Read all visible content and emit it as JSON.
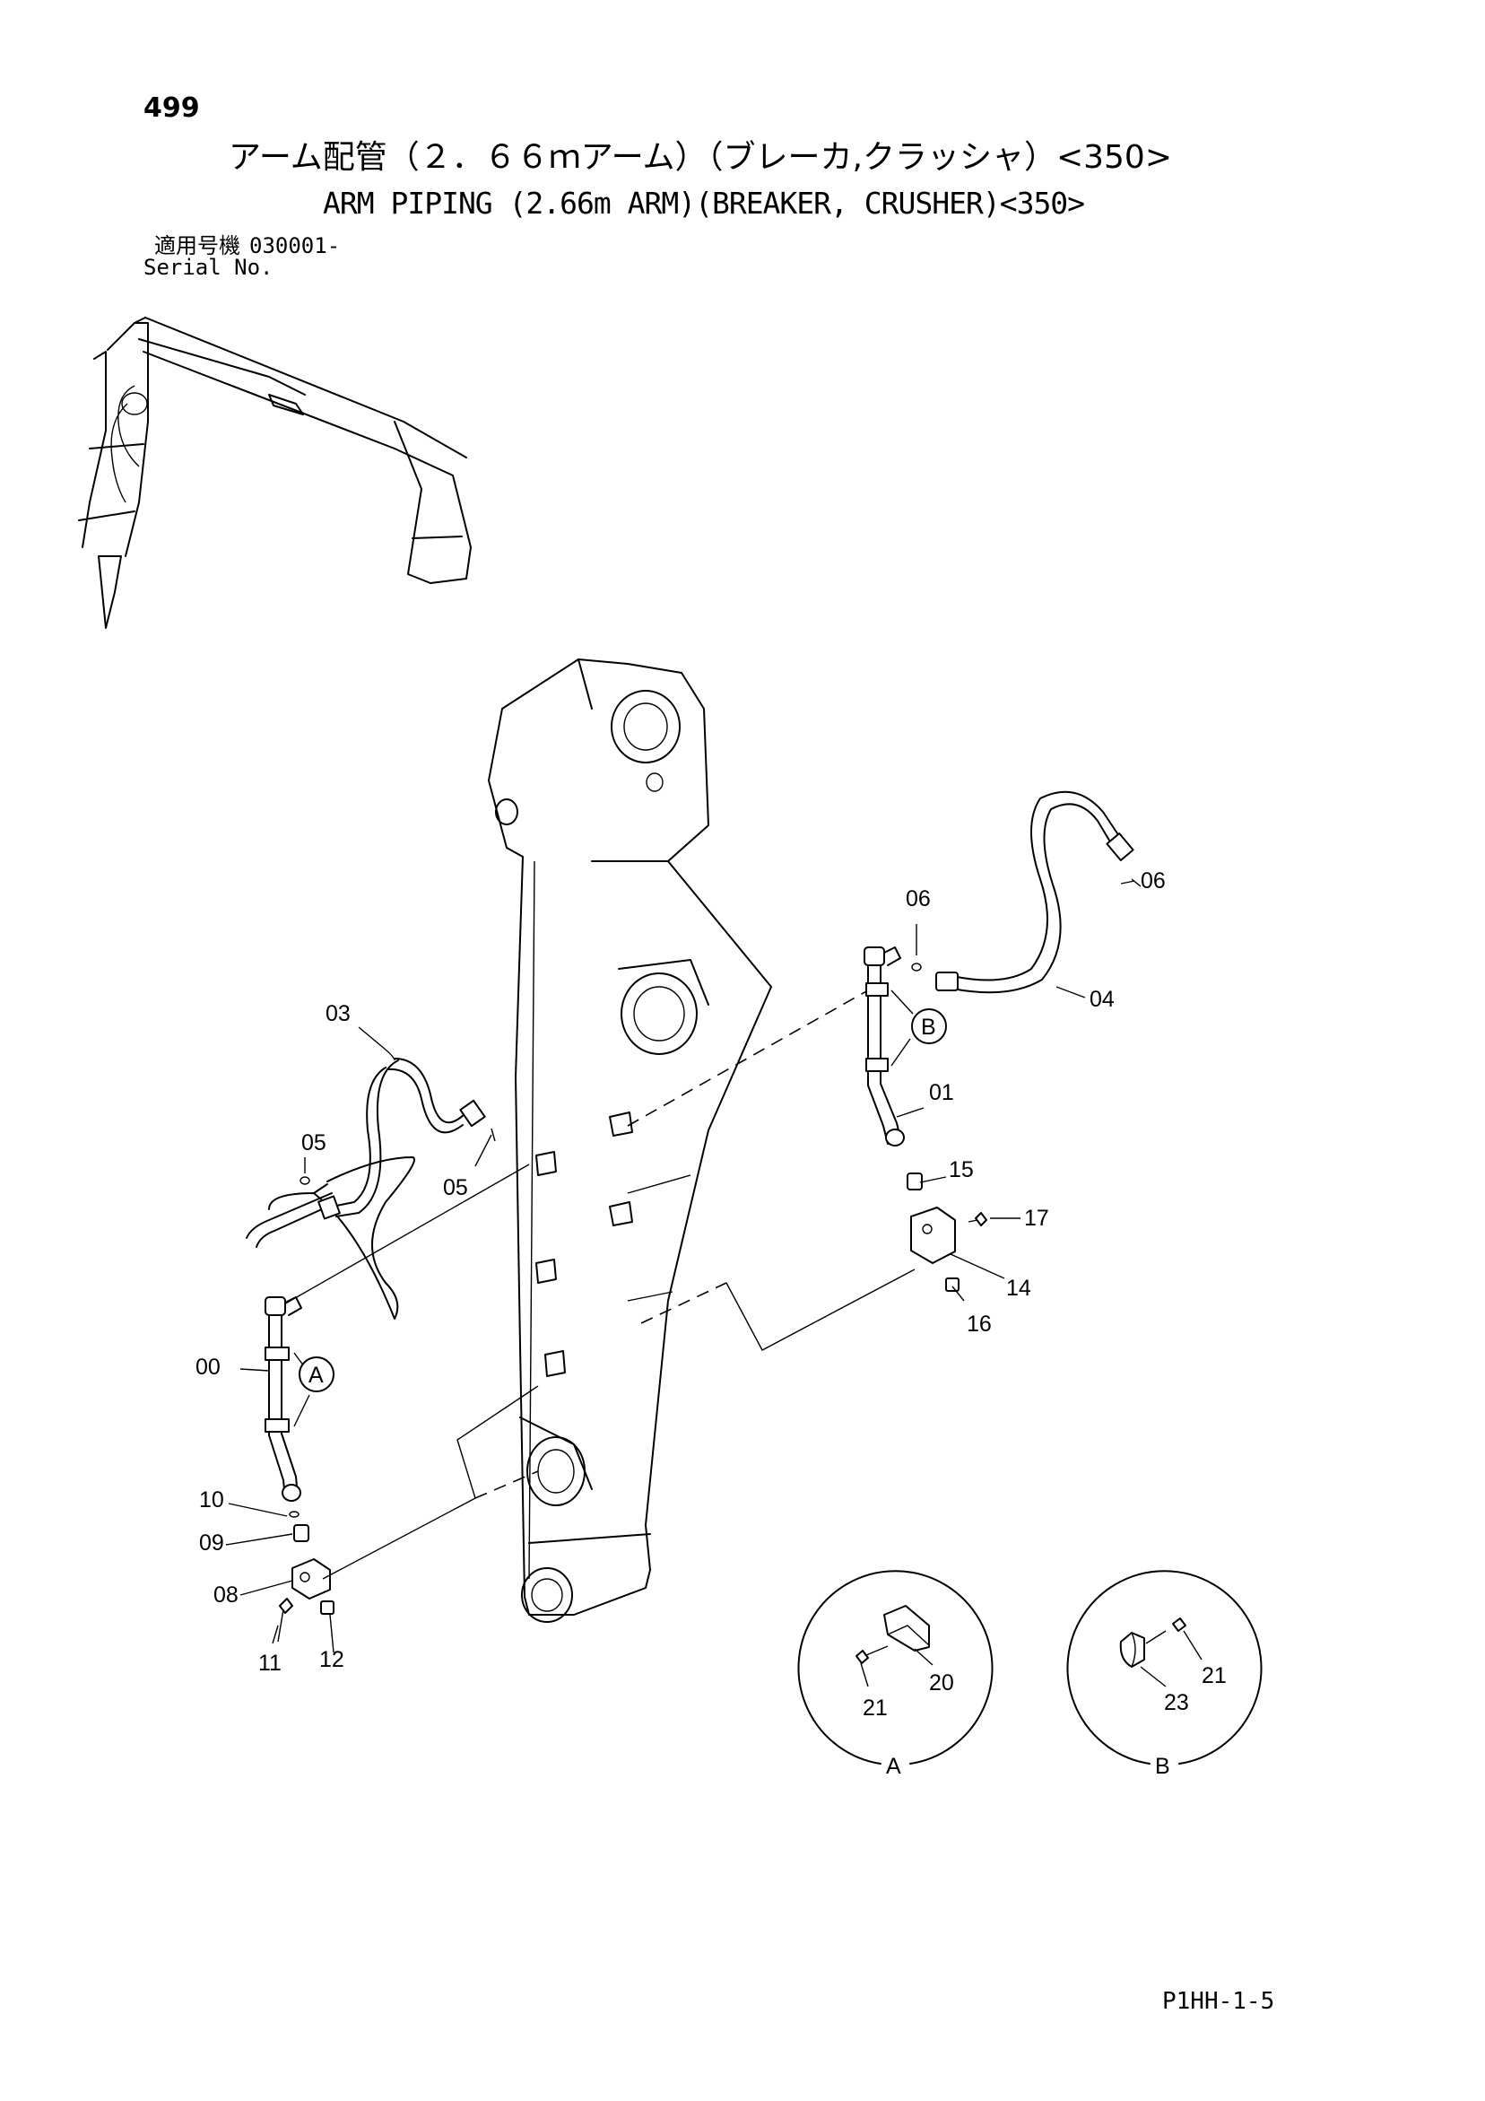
{
  "header": {
    "page_number": "499",
    "title_ja": "アーム配管（２．６６ｍアーム）（ブレーカ,クラッシャ）<350>",
    "title_en": "ARM PIPING (2.66m ARM)(BREAKER, CRUSHER)<350>",
    "serial_label_ja": "適用号機",
    "serial_value": "030001-",
    "serial_label_en": "Serial No."
  },
  "callouts": {
    "c00": "00",
    "c01": "01",
    "c03": "03",
    "c04": "04",
    "c05a": "05",
    "c05b": "05",
    "c06a": "06",
    "c06b": "06",
    "c08": "08",
    "c09": "09",
    "c10": "10",
    "c11": "11",
    "c12": "12",
    "c14": "14",
    "c15": "15",
    "c16": "16",
    "c17": "17",
    "c20": "20",
    "c21a": "21",
    "c21b": "21",
    "c23": "23"
  },
  "markers": {
    "A": "A",
    "B": "B"
  },
  "details": {
    "detail_a": "A",
    "detail_b": "B"
  },
  "footer": {
    "drawing_code": "P1HH-1-5"
  }
}
